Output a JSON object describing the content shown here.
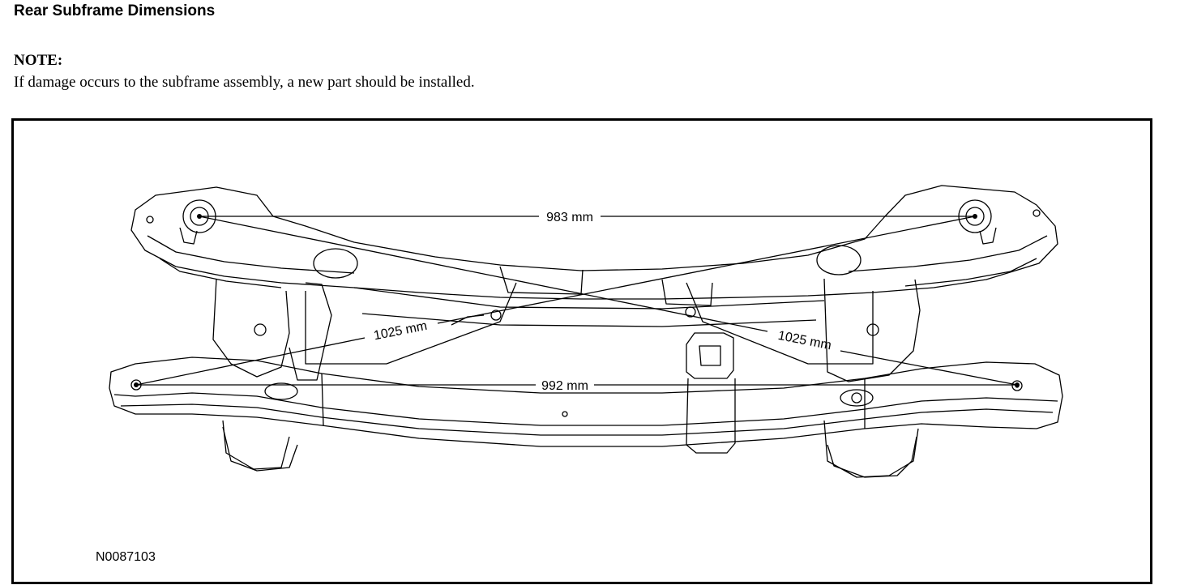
{
  "page": {
    "title": "Rear Subframe Dimensions",
    "note_label": "NOTE:",
    "note_text": "If damage occurs to the subframe assembly, a new part should be installed."
  },
  "figure": {
    "id": "N0087103",
    "dimensions": {
      "top": "983 mm",
      "bottom": "992 mm",
      "diagonal_left": "1025 mm",
      "diagonal_right": "1025 mm"
    }
  }
}
